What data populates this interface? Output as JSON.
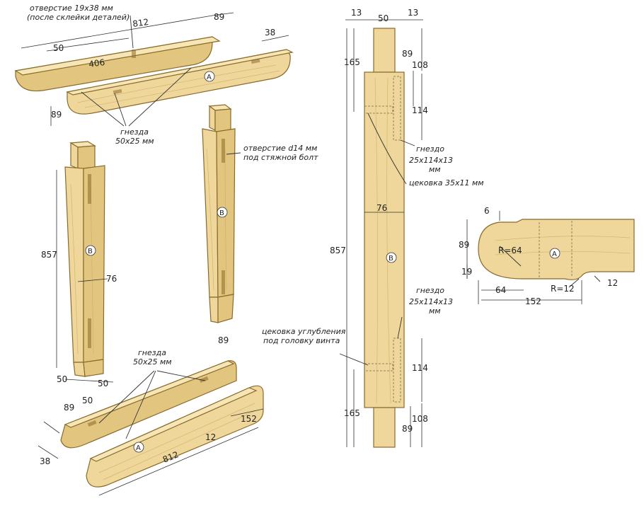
{
  "labels": {
    "hole_top_1": "отверстие 19x38 мм",
    "hole_top_2": "(после склейки деталей)",
    "mortise_top_1": "гнезда",
    "mortise_top_2": "50x25 мм",
    "bolt_hole_1": "отверстие d14 мм",
    "bolt_hole_2": "под стяжной болт",
    "nest_upper_1": "гнездо",
    "nest_upper_2": "25x114x13",
    "nest_upper_3": "мм",
    "counterbore": "цековка 35x11 мм",
    "nest_lower_1": "гнездо",
    "nest_lower_2": "25x114x13",
    "nest_lower_3": "мм",
    "screw_cb_1": "цековка углубления",
    "screw_cb_2": "под головку винта",
    "mortise_bottom_1": "гнезда",
    "mortise_bottom_2": "50x25 мм"
  },
  "badges": {
    "a": "A",
    "b": "B"
  },
  "dims": {
    "top_812": "812",
    "top_89r": "89",
    "top_38": "38",
    "top_50": "50",
    "top_406": "406",
    "top_89l": "89",
    "leg_857": "857",
    "leg_76": "76",
    "leg_50a": "50",
    "leg_50b": "50",
    "bot_89t": "89",
    "bot_50": "50",
    "bot_89l": "89",
    "bot_38": "38",
    "bot_812": "812",
    "bot_12": "12",
    "bot_152": "152",
    "col_13l": "13",
    "col_50": "50",
    "col_13r": "13",
    "col_165t": "165",
    "col_89t": "89",
    "col_108t": "108",
    "col_114t": "114",
    "col_76": "76",
    "col_857": "857",
    "col_114b": "114",
    "col_165b": "165",
    "col_108b": "108",
    "col_89b": "89",
    "pr_6": "6",
    "pr_89": "89",
    "pr_r64": "R=64",
    "pr_19": "19",
    "pr_64": "64",
    "pr_r12": "R=12",
    "pr_12": "12",
    "pr_152": "152"
  },
  "colors": {
    "wood": "#efd79b",
    "wood_side": "#e2c67f",
    "outline": "#8a6a2a"
  }
}
